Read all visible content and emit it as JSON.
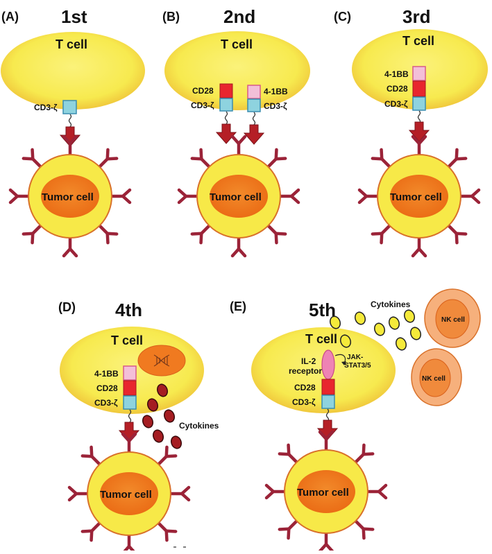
{
  "panels": {
    "a": {
      "letter": "(A)",
      "gen": "1st",
      "tcell": "T cell",
      "cd3": "CD3-ζ",
      "tumor": "Tumor cell"
    },
    "b": {
      "letter": "(B)",
      "gen": "2nd",
      "tcell": "T cell",
      "cd28": "CD28",
      "bb": "4-1BB",
      "cd3_left": "CD3-ζ",
      "cd3_right": "CD3-ζ",
      "tumor": "Tumor cell"
    },
    "c": {
      "letter": "(C)",
      "gen": "3rd",
      "tcell": "T cell",
      "bb": "4-1BB",
      "cd28": "CD28",
      "cd3": "CD3-ζ",
      "tumor": "Tumor cell"
    },
    "d": {
      "letter": "(D)",
      "gen": "4th",
      "tcell": "T cell",
      "bb": "4-1BB",
      "cd28": "CD28",
      "cd3": "CD3-ζ",
      "cytokines": "Cytokines",
      "dna": "DNA",
      "tumor": "Tumor cell"
    },
    "e": {
      "letter": "(E)",
      "gen": "5th",
      "tcell": "T cell",
      "il2_line1": "IL-2",
      "il2_line2": "receptor",
      "jak_line1": "JAK-",
      "jak_line2": "STAT3/5",
      "cd28": "CD28",
      "cd3": "CD3-ζ",
      "cytokines": "Cytokines",
      "nk1": "NK cell",
      "nk2": "NK cell",
      "tumor": "Tumor cell"
    }
  },
  "colors": {
    "tcell": "#f8ec52",
    "tcell_rim": "#f0c63a",
    "tumor_outer": "#f7e948",
    "tumor_border": "#d9712a",
    "tumor_nucleus": "#f07418",
    "spike": "#9b2338",
    "arrow": "#b51f26",
    "cd3": "#8ed3df",
    "cd28": "#e8262e",
    "bb": "#f3bfd8",
    "cytokine_red": "#a51d22",
    "cytokine_yellow": "#f5ea3a",
    "nk_outer": "#f6b07c",
    "nk_inner": "#f08a3c"
  }
}
